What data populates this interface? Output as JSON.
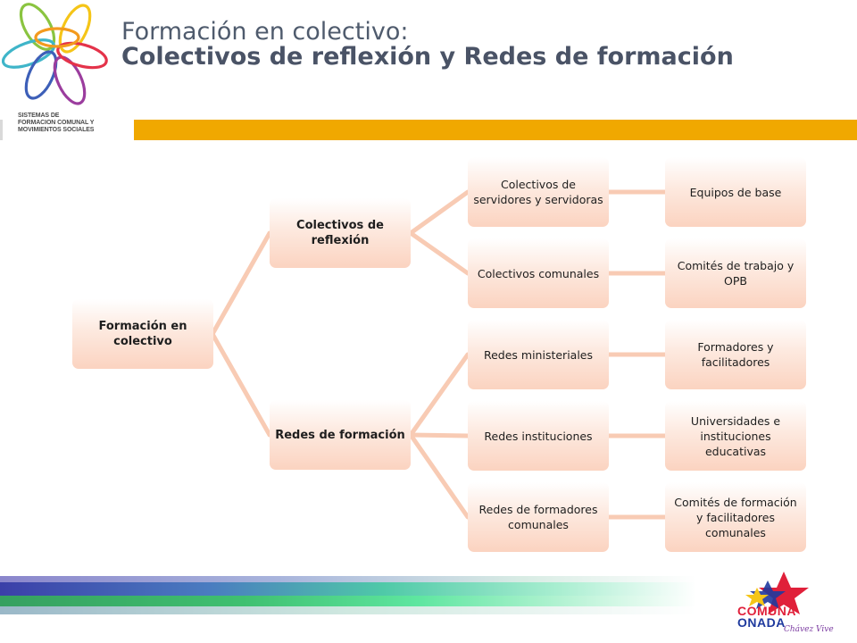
{
  "header": {
    "title_line1": "Formación en colectivo:",
    "title_line2": "Colectivos de reflexión y Redes de formación",
    "logo_text": {
      "line1": "SISTEMAS DE",
      "line2": "FORMACION COMUNAL Y",
      "line3": "MOVIMIENTOS SOCIALES"
    },
    "bar_color": "#f0a800"
  },
  "diagram": {
    "root": "Formación en colectivo",
    "branches": [
      {
        "label": "Colectivos de reflexión",
        "children": [
          {
            "label": "Colectivos de servidores y servidoras",
            "leaf": "Equipos de base"
          },
          {
            "label": "Colectivos comunales",
            "leaf": "Comités de trabajo y OPB"
          }
        ]
      },
      {
        "label": "Redes de formación",
        "children": [
          {
            "label": "Redes ministeriales",
            "leaf": "Formadores y facilitadores"
          },
          {
            "label": "Redes instituciones",
            "leaf": "Universidades e instituciones educativas"
          },
          {
            "label": "Redes de formadores comunales",
            "leaf": "Comités de formación y facilitadores comunales"
          }
        ]
      }
    ],
    "node_color": "#fbd3c0",
    "connector_color": "#f8cbb4"
  },
  "footer": {
    "logo_word1": "COMUNA",
    "logo_word2": "ONADA",
    "logo_script": "Chávez Vive"
  }
}
